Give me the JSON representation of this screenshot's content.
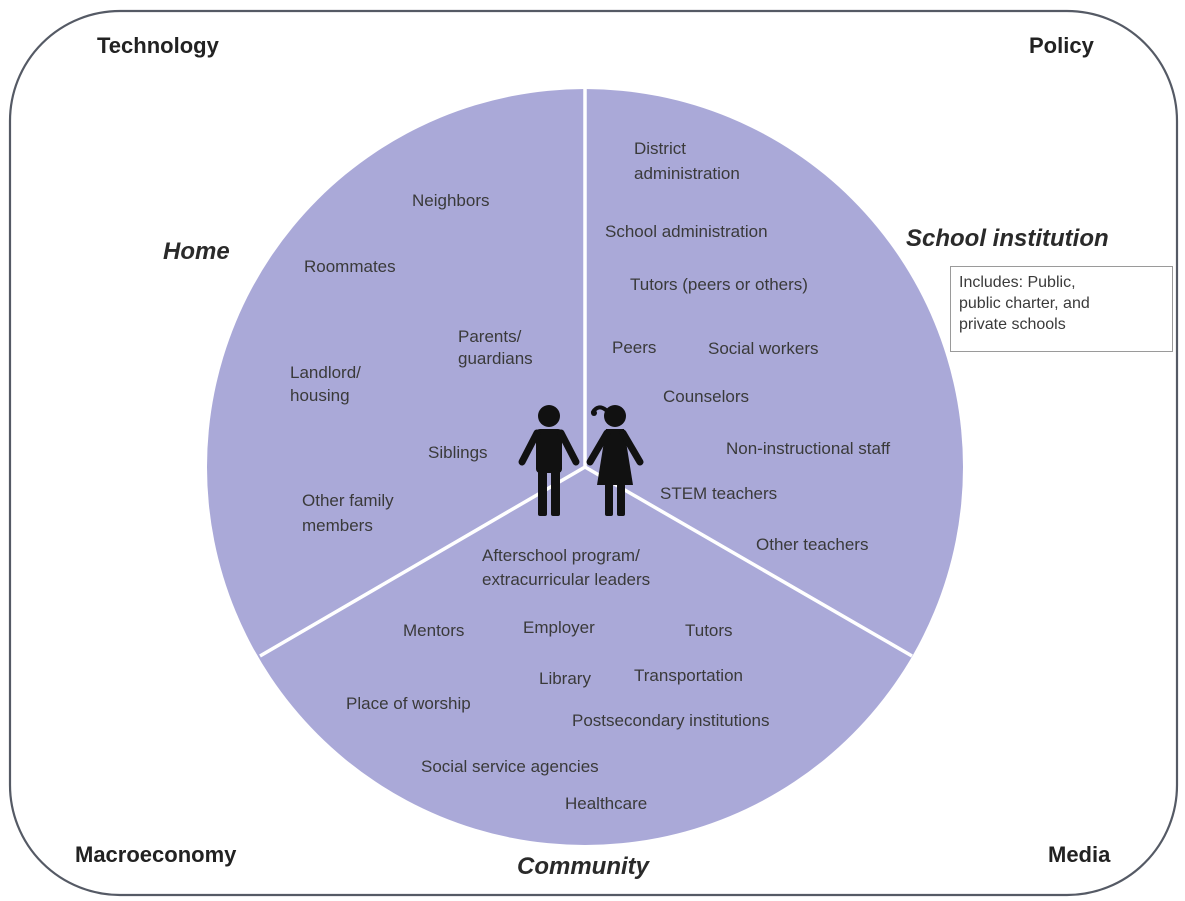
{
  "colors": {
    "circle_fill": "#aaa9d8",
    "divider": "#ffffff",
    "frame": "#555a65",
    "figure": "#111111"
  },
  "corners": {
    "top_left": "Technology",
    "top_right": "Policy",
    "bottom_left": "Macroeconomy",
    "bottom_right": "Media"
  },
  "sectors": {
    "home": "Home",
    "school": "School institution",
    "community": "Community"
  },
  "school_note": [
    "Includes: Public,",
    "public charter, and",
    "private schools"
  ],
  "home_items": {
    "neighbors": "Neighbors",
    "roommates": "Roommates",
    "parents": [
      "Parents/",
      "guardians"
    ],
    "landlord": [
      "Landlord/",
      "housing"
    ],
    "siblings": "Siblings",
    "other_family": [
      "Other family",
      "members"
    ]
  },
  "school_items": {
    "district": [
      "District",
      "administration"
    ],
    "school_admin": "School administration",
    "tutors": "Tutors (peers or others)",
    "peers": "Peers",
    "social_workers": "Social workers",
    "counselors": "Counselors",
    "non_instructional": "Non-instructional staff",
    "stem_teachers": "STEM teachers",
    "other_teachers": "Other teachers"
  },
  "community_items": {
    "afterschool": [
      "Afterschool program/",
      "extracurricular leaders"
    ],
    "mentors": "Mentors",
    "employer": "Employer",
    "tutors": "Tutors",
    "library": "Library",
    "transportation": "Transportation",
    "worship": "Place of worship",
    "postsecondary": "Postsecondary institutions",
    "social_service": "Social service agencies",
    "healthcare": "Healthcare"
  },
  "icons": {
    "boy": "boy-icon",
    "girl": "girl-icon"
  }
}
